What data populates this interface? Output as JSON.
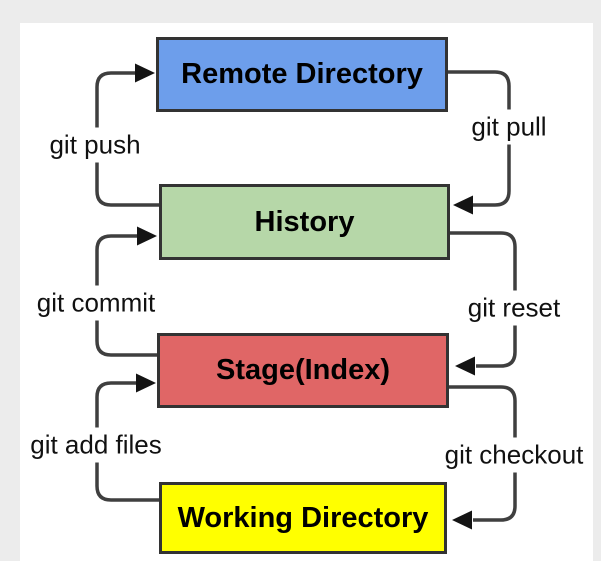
{
  "diagram": {
    "nodes": [
      {
        "id": "remote-directory",
        "label": "Remote Directory",
        "fill": "#6d9eeb"
      },
      {
        "id": "history",
        "label": "History",
        "fill": "#b6d7a8"
      },
      {
        "id": "stage-index",
        "label": "Stage(Index)",
        "fill": "#e06666"
      },
      {
        "id": "working-directory",
        "label": "Working Directory",
        "fill": "#ffff00"
      }
    ],
    "edges": [
      {
        "label": "git push",
        "from": "History",
        "to": "Remote Directory",
        "side": "left"
      },
      {
        "label": "git pull",
        "from": "Remote Directory",
        "to": "History",
        "side": "right"
      },
      {
        "label": "git commit",
        "from": "Stage(Index)",
        "to": "History",
        "side": "left"
      },
      {
        "label": "git reset",
        "from": "History",
        "to": "Stage(Index)",
        "side": "right"
      },
      {
        "label": "git add files",
        "from": "Working Directory",
        "to": "Stage(Index)",
        "side": "left"
      },
      {
        "label": "git checkout",
        "from": "Stage(Index)",
        "to": "Working Directory",
        "side": "right"
      }
    ],
    "colors": {
      "page_bg": "#ececec",
      "canvas_bg": "#ffffff",
      "node_border": "#333333",
      "arrow_line": "#3f3f3f",
      "arrow_head": "#141414",
      "text": "#000000"
    }
  }
}
